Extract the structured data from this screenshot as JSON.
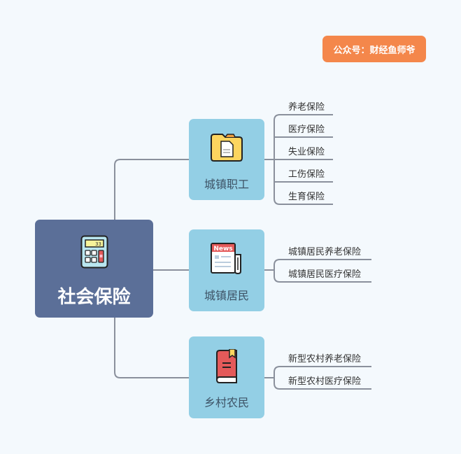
{
  "badge": {
    "text": "公众号：财经鱼师爷",
    "color": "#f4874b"
  },
  "root": {
    "label": "社会保险",
    "icon": "calculator-icon",
    "color": "#5b6f98"
  },
  "branches": [
    {
      "label": "城镇职工",
      "icon": "folder-document-icon",
      "leaves": [
        "养老保险",
        "医疗保险",
        "失业保险",
        "工伤保险",
        "生育保险"
      ]
    },
    {
      "label": "城镇居民",
      "icon": "newspaper-icon",
      "leaves": [
        "城镇居民养老保险",
        "城镇居民医疗保险"
      ]
    },
    {
      "label": "乡村农民",
      "icon": "book-icon",
      "leaves": [
        "新型农村养老保险",
        "新型农村医疗保险"
      ]
    }
  ],
  "colors": {
    "background": "#f4f9fd",
    "branch": "#93cfe5",
    "line": "#8a909c"
  }
}
